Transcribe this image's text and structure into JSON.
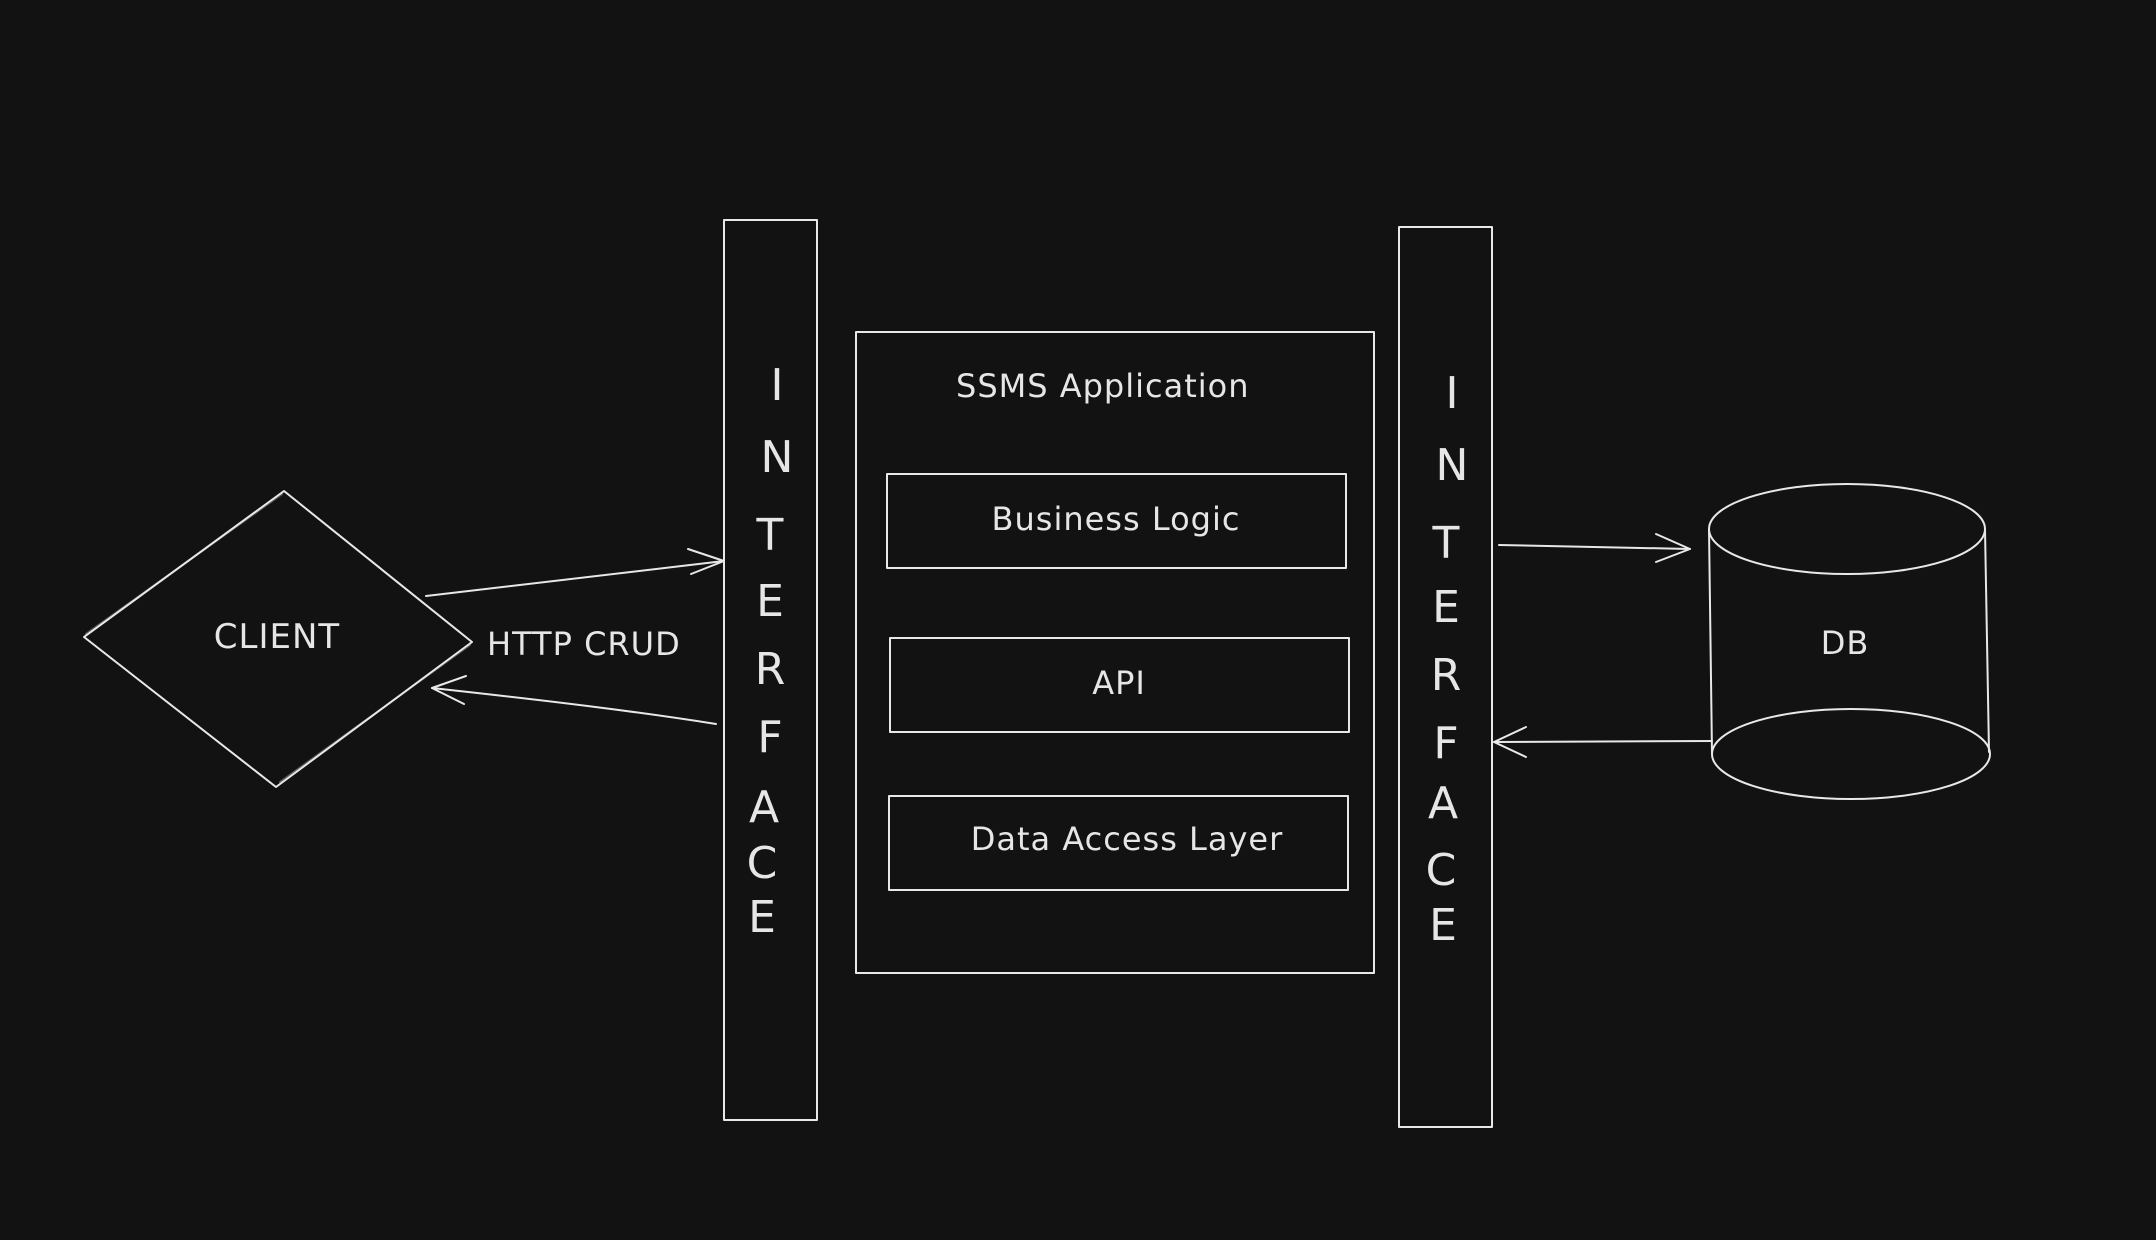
{
  "colors": {
    "background": "#121212",
    "stroke": "#e8e8e8",
    "text": "#e6e6e6"
  },
  "client": {
    "label": "CLIENT"
  },
  "protocol_label": "HTTP CRUD",
  "interface_left": {
    "letters": [
      "I",
      "N",
      "T",
      "E",
      "R",
      "F",
      "A",
      "C",
      "E"
    ]
  },
  "interface_right": {
    "letters": [
      "I",
      "N",
      "T",
      "E",
      "R",
      "F",
      "A",
      "C",
      "E"
    ]
  },
  "app": {
    "title": "SSMS Application",
    "layers": [
      {
        "label": "Business Logic"
      },
      {
        "label": "API"
      },
      {
        "label": "Data Access Layer"
      }
    ]
  },
  "database": {
    "label": "DB"
  }
}
